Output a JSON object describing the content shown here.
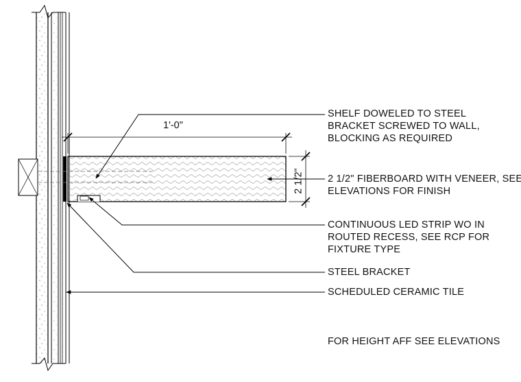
{
  "dimensions": {
    "shelf_length": "1'-0\"",
    "shelf_thickness": "2 1/2\""
  },
  "notes": [
    {
      "id": "shelf",
      "lines": [
        "SHELF DOWELED TO STEEL",
        "BRACKET SCREWED TO WALL,",
        "BLOCKING AS REQUIRED"
      ]
    },
    {
      "id": "fiberboard",
      "lines": [
        "2 1/2\" FIBERBOARD WITH VENEER, SEE",
        "ELEVATIONS FOR FINISH"
      ]
    },
    {
      "id": "led",
      "lines": [
        "CONTINUOUS LED STRIP WO IN",
        "ROUTED RECESS, SEE RCP FOR",
        "FIXTURE TYPE"
      ]
    },
    {
      "id": "bracket",
      "lines": [
        "STEEL BRACKET"
      ]
    },
    {
      "id": "tile",
      "lines": [
        "SCHEDULED CERAMIC TILE"
      ]
    }
  ],
  "general_note": "FOR HEIGHT AFF SEE ELEVATIONS"
}
